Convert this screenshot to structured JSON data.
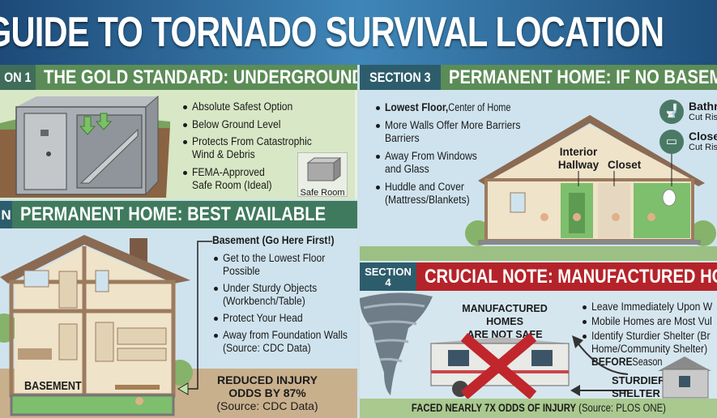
{
  "title": "GUIDE TO TORNADO SURVIVAL LOCATION",
  "colors": {
    "header_blue": "#2f6f9f",
    "section_green": "#5b8c57",
    "section_teal": "#2d5d6c",
    "alert_red": "#b5232a",
    "panel_green": "#d8e7c5",
    "panel_blue": "#cfe3ee"
  },
  "section1": {
    "label": "ON 1",
    "title": "THE GOLD STANDARD: UNDERGROUND",
    "bullets": [
      "Absolute Safest Option",
      "Below Ground Level",
      "Protects From Catastrophic",
      "Wind & Debris",
      "FEMA-Approved",
      "Safe Room (Ideal)"
    ],
    "inset_label": "Safe Room"
  },
  "section2": {
    "label": "N",
    "title": "PERMANENT HOME: BEST AVAILABLE",
    "callout_heading": "Basement (Go Here First!)",
    "bullets": [
      "Get to the Lowest Floor",
      "Possible",
      "Under Sturdy Objects",
      "(Workbench/Table)",
      "Protect Your Head",
      "Away from Foundation Walls",
      "(Source: CDC Data)"
    ],
    "basement_label": "BASEMENT",
    "stat_line1": "REDUCED INJURY",
    "stat_line2": "ODDS BY 87%",
    "stat_source": "(Source: CDC Data)"
  },
  "section3": {
    "label": "SECTION 3",
    "title": "PERMANENT HOME: IF NO BASEMEN",
    "bullet1_bold": "Lowest Floor,",
    "bullet1_rest": " Center of Home",
    "bullets": [
      "More Walls Offer More Barriers",
      "Barriers",
      "Away From Windows",
      "and Glass",
      "Huddle and Cover",
      "(Mattress/Blankets)"
    ],
    "label_hallway_1": "Interior",
    "label_hallway_2": "Hallway",
    "label_closet": "Closet",
    "side_items": [
      {
        "title": "Bathr",
        "sub": "Cut Ris",
        "icon": "toilet-icon"
      },
      {
        "title": "Close",
        "sub": "Cut Ris",
        "icon": "hanger-icon"
      }
    ]
  },
  "section4": {
    "label_1": "SECTION",
    "label_2": "4",
    "title": "CRUCIAL NOTE: MANUFACTURED HOME",
    "warning_1": "MANUFACTURED HOMES",
    "warning_2": "ARE NOT SAFE",
    "bullets": [
      "Leave Immediately Upon W",
      "Mobile Homes are Most Vul",
      "Identify Sturdier Shelter (Br",
      "Home/Community Shelter)"
    ],
    "bullet_last_bold": "BEFORE",
    "bullet_last_rest": " Season",
    "shelter_1": "STURDIER",
    "shelter_2": "SHELTER",
    "footer_bold": "FACED NEARLY 7X ODDS OF INJURY",
    "footer_rest": " (Source: PLOS ONE)"
  }
}
